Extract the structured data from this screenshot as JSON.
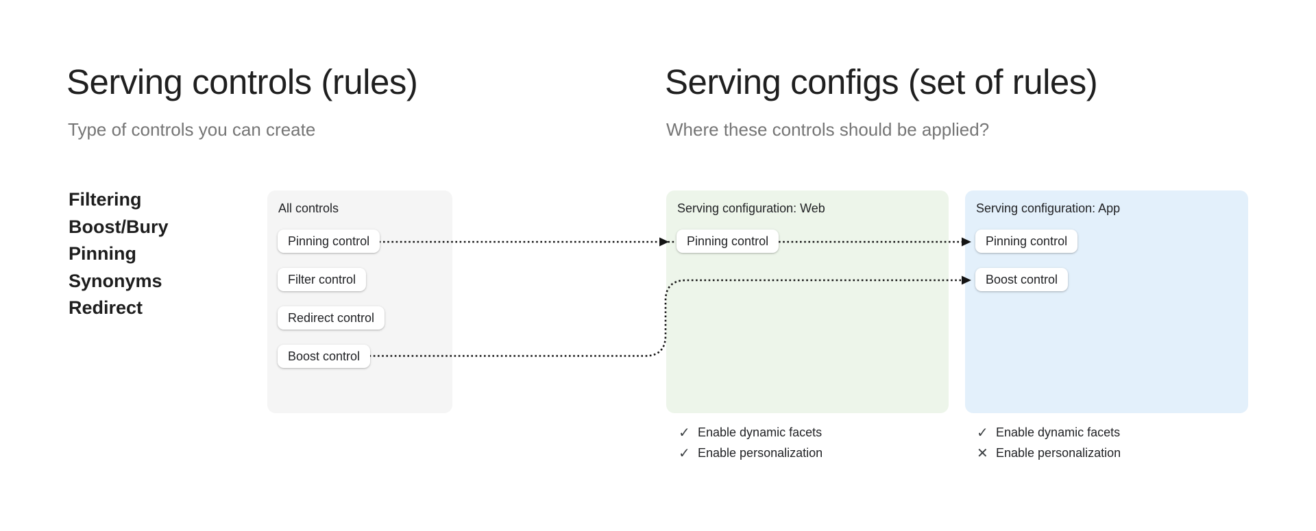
{
  "left_panel": {
    "title": "Serving controls (rules)",
    "subtitle": "Type of controls you can create",
    "control_types": [
      "Filtering",
      "Boost/Bury",
      "Pinning",
      "Synonyms",
      "Redirect"
    ]
  },
  "right_panel": {
    "title": "Serving configs (set of rules)",
    "subtitle": "Where these controls should be applied?"
  },
  "all_controls_box": {
    "label": "All controls",
    "controls": [
      "Pinning control",
      "Filter control",
      "Redirect control",
      "Boost control"
    ]
  },
  "web_config_box": {
    "label": "Serving configuration: Web",
    "controls": [
      "Pinning control"
    ],
    "settings": [
      {
        "label": "Enable dynamic facets",
        "enabled": true,
        "icon": "check-icon"
      },
      {
        "label": "Enable personalization",
        "enabled": true,
        "icon": "check-icon"
      }
    ]
  },
  "app_config_box": {
    "label": "Serving configuration: App",
    "controls": [
      "Pinning control",
      "Boost control"
    ],
    "settings": [
      {
        "label": "Enable dynamic facets",
        "enabled": true,
        "icon": "check-icon"
      },
      {
        "label": "Enable personalization",
        "enabled": false,
        "icon": "cross-icon"
      }
    ]
  },
  "icons": {
    "check": "✓",
    "cross": "✕"
  },
  "colors": {
    "all_controls_bg": "#f5f5f5",
    "web_config_bg": "#edf5ea",
    "app_config_bg": "#e3f0fb",
    "pill_bg": "#ffffff",
    "connector": "#141414",
    "title": "#1f1f1f",
    "subtitle": "#757575",
    "icon": "#3c4043"
  }
}
